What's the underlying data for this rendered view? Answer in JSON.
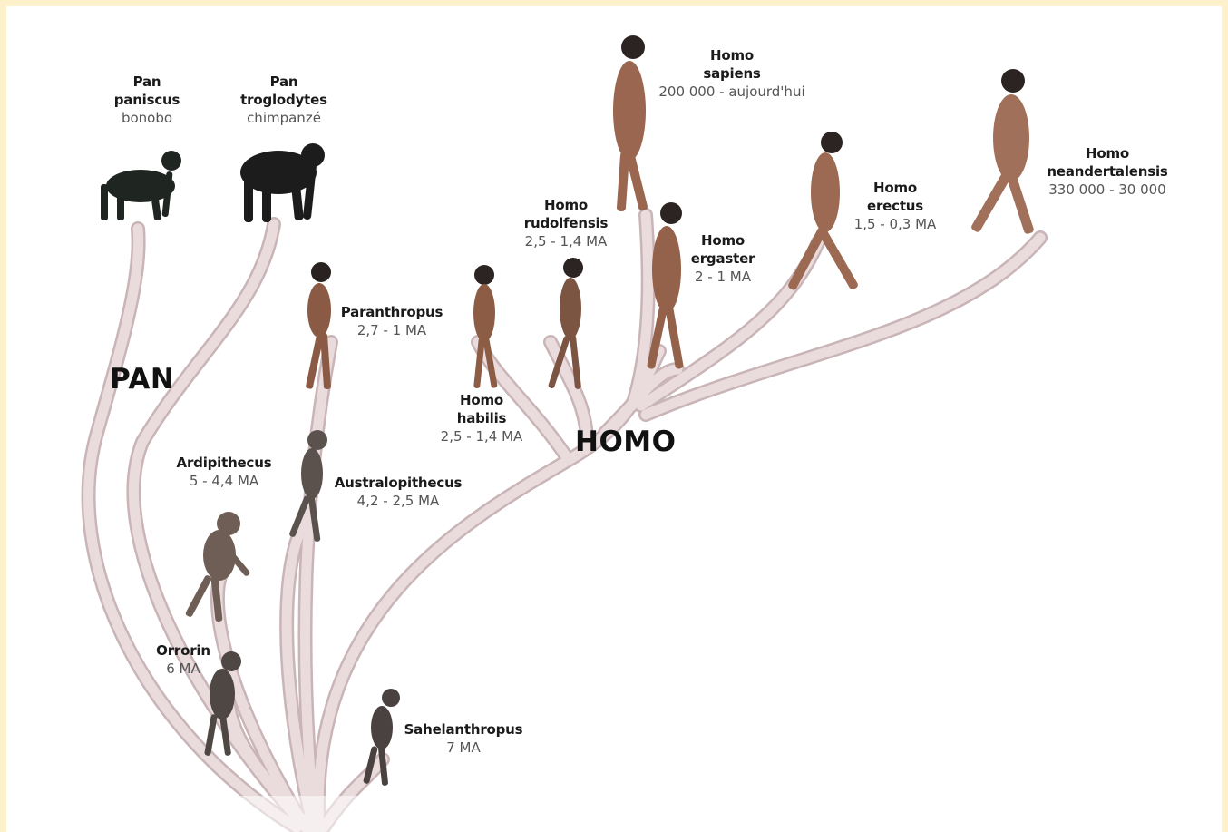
{
  "groups": {
    "pan": "PAN",
    "homo": "HOMO"
  },
  "species": {
    "pan_paniscus": {
      "name1": "Pan",
      "name2": "paniscus",
      "common": "bonobo"
    },
    "pan_troglodytes": {
      "name1": "Pan",
      "name2": "troglodytes",
      "common": "chimpanzé"
    },
    "paranthropus": {
      "name": "Paranthropus",
      "dates": "2,7 - 1 MA"
    },
    "ardipithecus": {
      "name": "Ardipithecus",
      "dates": "5 - 4,4 MA"
    },
    "australopithecus": {
      "name": "Australopithecus",
      "dates": "4,2 - 2,5 MA"
    },
    "orrorin": {
      "name": "Orrorin",
      "dates": "6 MA"
    },
    "sahelanthropus": {
      "name": "Sahelanthropus",
      "dates": "7 MA"
    },
    "homo_habilis": {
      "name1": "Homo",
      "name2": "habilis",
      "dates": "2,5 - 1,4 MA"
    },
    "homo_rudolfensis": {
      "name1": "Homo",
      "name2": "rudolfensis",
      "dates": "2,5 - 1,4 MA"
    },
    "homo_ergaster": {
      "name1": "Homo",
      "name2": "ergaster",
      "dates": "2 - 1 MA"
    },
    "homo_sapiens": {
      "name1": "Homo",
      "name2": "sapiens",
      "dates": "200 000 - aujourd'hui"
    },
    "homo_erectus": {
      "name1": "Homo",
      "name2": "erectus",
      "dates": "1,5 - 0,3 MA"
    },
    "homo_neandertalensis": {
      "name1": "Homo",
      "name2": "neandertalensis",
      "dates": "330 000 - 30 000"
    }
  },
  "colors": {
    "frame": "#fdf1cc",
    "branch": "#e2d2d4",
    "branch_edge": "#c9b4b8",
    "ape": "#1f2521",
    "hominin_dark": "#5d5450",
    "hominin_light": "#a8735c"
  }
}
